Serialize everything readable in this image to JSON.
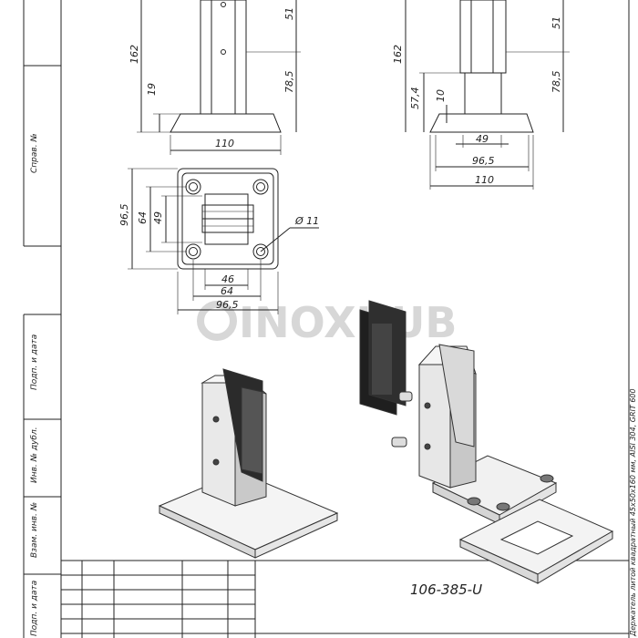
{
  "drawing": {
    "watermark": "INOXHUB",
    "doc_number": "106-385-U",
    "side_labels": {
      "spravka": "Справ. №",
      "podp_data_1": "Подп. и дата",
      "inv_dubl": "Инв. № дубл.",
      "vzam_inv": "Взам. инв. №",
      "podp_data_2": "Подп. и дата"
    },
    "right_caption": "Держатель литой квадратный 45х50х160 мм, AISI 304, GRIT 600"
  },
  "front_view": {
    "dim_162": "162",
    "dim_51": "51",
    "dim_78_5": "78,5",
    "dim_19": "19",
    "dim_110": "110"
  },
  "side_view": {
    "dim_162": "162",
    "dim_51": "51",
    "dim_78_5": "78,5",
    "dim_57_4": "57,4",
    "dim_10": "10",
    "dim_49": "49",
    "dim_96_5": "96,5",
    "dim_110": "110"
  },
  "plan_view": {
    "dim_96_5_v": "96,5",
    "dim_64_v": "64",
    "dim_49_v": "49",
    "dim_hole": "Ø 11",
    "dim_46": "46",
    "dim_64_h": "64",
    "dim_96_5_h": "96,5"
  }
}
